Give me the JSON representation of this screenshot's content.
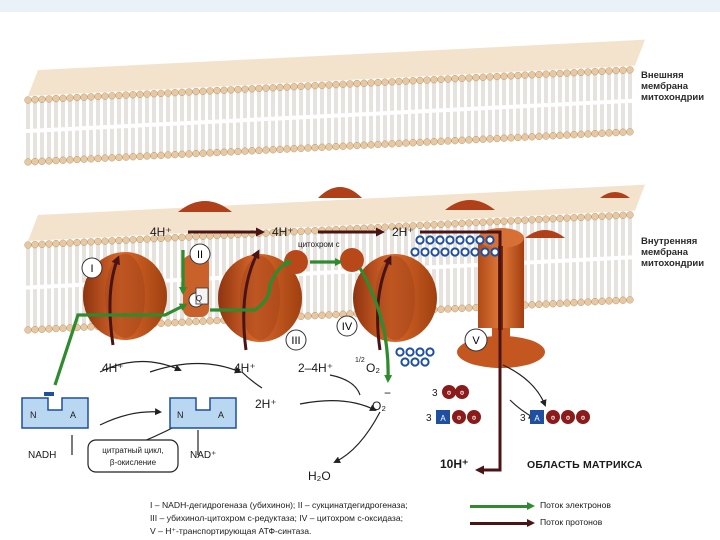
{
  "labels": {
    "outer_membrane": [
      "Внешняя",
      "мембрана",
      "митохондрии"
    ],
    "inner_membrane": [
      "Внутренняя",
      "мембрана",
      "митохондрии"
    ],
    "matrix": "ОБЛАСТЬ МАТРИКСА",
    "complex_I": "I",
    "complex_II": "II",
    "complex_III": "III",
    "complex_IV": "IV",
    "complex_V": "V",
    "cytochrome_c": "цитохром c",
    "q": "Q",
    "top_4h_1": "4H⁺",
    "top_4h_2": "4H⁺",
    "top_2h": "2H⁺",
    "bottom_4h_1": "4H⁺",
    "bottom_4h_2": "4H⁺",
    "bottom_2_4h": "2–4H⁺",
    "o2_half": "1/2",
    "o2": "O₂",
    "o2_minus": "O₂",
    "minus_sign": "−",
    "bottom_2h": "2H⁺",
    "h2o": "H₂O",
    "ten_h": "10H⁺",
    "nadh": "NADH",
    "nad": "NAD⁺",
    "cycle_line1": "цитратный цикл,",
    "cycle_line2": "β-окисление",
    "n": "N",
    "a": "A",
    "adp_prefix": "3",
    "atp_prefix": "3",
    "atp_a": "A",
    "phosphate": "Ф"
  },
  "legend": {
    "line1": "I – NADH-дегидрогеназа (убихинон); II – сукцинатдегидрогеназа;",
    "line2": "III – убихинол-цитохром с-редуктаза; IV – цитохром с-оксидаза;",
    "line3": "V – H⁺-транспортирующая АТФ-синтаза.",
    "electron_flow": "Поток электронов",
    "proton_flow": "Поток протонов"
  },
  "colors": {
    "electron": "#2e8b2e",
    "proton": "#4a1414",
    "protein": "#c4561e",
    "lipid_head": "#e8c8a0",
    "accent_blue": "#1f4fa0",
    "adp_red": "#8b1a1a"
  }
}
